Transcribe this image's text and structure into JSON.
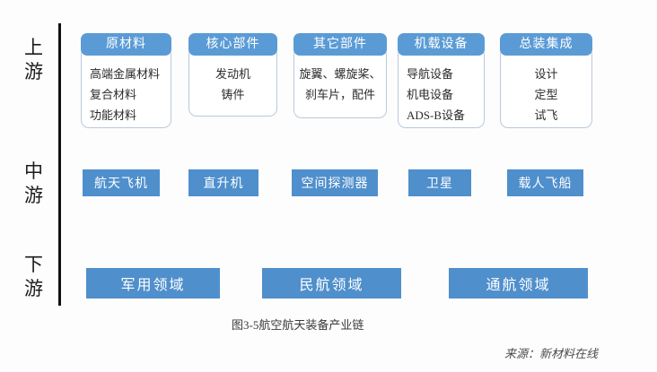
{
  "figure": {
    "caption": "图3-5航空航天装备产业链",
    "source": "来源：新材料在线",
    "accent_header": "#5b9bd5",
    "accent_chip": "#4f8fcc",
    "axis_color": "#111111",
    "card_border": "#b9c9da"
  },
  "stages": [
    {
      "name": "upstream",
      "line1": "上",
      "line2": "游"
    },
    {
      "name": "midstream",
      "line1": "中",
      "line2": "游"
    },
    {
      "name": "downstream",
      "line1": "下",
      "line2": "游"
    }
  ],
  "upstream": {
    "cards": [
      {
        "title": "原材料",
        "items": [
          "高端金属材料",
          "复合材料",
          "功能材料"
        ]
      },
      {
        "title": "核心部件",
        "items": [
          "发动机",
          "铸件"
        ]
      },
      {
        "title": "其它部件",
        "items": [
          "旋翼、螺旋桨、",
          "刹车片，配件"
        ]
      },
      {
        "title": "机载设备",
        "items": [
          "导航设备",
          "机电设备",
          "ADS-B设备"
        ]
      },
      {
        "title": "总装集成",
        "items": [
          "设计",
          "定型",
          "试飞"
        ]
      }
    ]
  },
  "midstream": {
    "chips": [
      "航天飞机",
      "直升机",
      "空间探测器",
      "卫星",
      "载人飞船"
    ]
  },
  "downstream": {
    "chips": [
      "军用领域",
      "民航领域",
      "通航领域"
    ]
  }
}
